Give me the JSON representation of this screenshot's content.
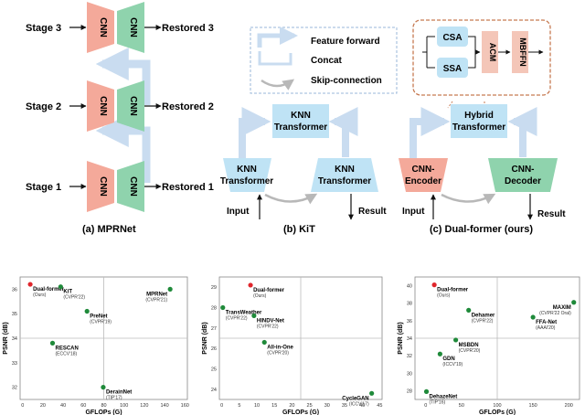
{
  "colors": {
    "salmon": "#f4a99a",
    "mint": "#8fd3ad",
    "skyblue": "#bfe3f5",
    "arrowblue": "#c9dcf0",
    "dashborder": "#c67a52",
    "point_green": "#1f8a3a",
    "point_red": "#e0262c"
  },
  "mprnet": {
    "stages": [
      "Stage 3",
      "Stage 2",
      "Stage 1"
    ],
    "restored": [
      "Restored 3",
      "Restored 2",
      "Restored 1"
    ],
    "cnn": "CNN",
    "caption": "(a) MPRNet"
  },
  "legend": {
    "feature_forward": "Feature forward",
    "concat": "Concat",
    "skip_connection": "Skip-connection"
  },
  "kit": {
    "top": "KNN Transformer",
    "left": "KNN Transformer",
    "right": "KNN Transformer",
    "input": "Input",
    "result": "Result",
    "caption": "(b) KiT"
  },
  "dualformer": {
    "csa": "CSA",
    "ssa": "SSA",
    "acm": "ACM",
    "mbffn": "MBFFN",
    "hybrid": "Hybrid Transformer",
    "encoder": "CNN- Encoder",
    "decoder": "CNN- Decoder",
    "input": "Input",
    "result": "Result",
    "caption": "(c) Dual-former (ours)"
  },
  "chart_data": [
    {
      "type": "scatter",
      "xlabel": "GFLOPs (G)",
      "ylabel": "PSNR (dB)",
      "xticks": [
        "0",
        "20",
        "40",
        "60",
        "80",
        "100",
        "120",
        "140",
        "160"
      ],
      "yticks": [
        "32",
        "33",
        "34",
        "35",
        "36"
      ],
      "xlim": [
        0,
        165
      ],
      "ylim": [
        31.5,
        36.5
      ],
      "points": [
        {
          "label": "Dual-former",
          "sub": "(Ours)",
          "x": 10,
          "y": 36.2,
          "color": "red"
        },
        {
          "label": "KiT",
          "sub": "(CVPR'22)",
          "x": 40,
          "y": 36.1,
          "color": "green"
        },
        {
          "label": "MPRNet",
          "sub": "(CVPR'21)",
          "x": 148,
          "y": 36.0,
          "color": "green"
        },
        {
          "label": "PreNet",
          "sub": "(CVPR'19)",
          "x": 66,
          "y": 35.1,
          "color": "green"
        },
        {
          "label": "RESCAN",
          "sub": "(ECCV'18)",
          "x": 32,
          "y": 33.8,
          "color": "green"
        },
        {
          "label": "DerainNet",
          "sub": "(TIP'17)",
          "x": 82,
          "y": 32.0,
          "color": "green"
        }
      ]
    },
    {
      "type": "scatter",
      "xlabel": "GFLOPs (G)",
      "ylabel": "PSNR (dB)",
      "xticks": [
        "0",
        "5",
        "10",
        "15",
        "20",
        "25",
        "30",
        "35",
        "40",
        "45"
      ],
      "yticks": [
        "24",
        "25",
        "26",
        "27",
        "28",
        "29"
      ],
      "xlim": [
        0,
        47
      ],
      "ylim": [
        23.5,
        29.5
      ],
      "points": [
        {
          "label": "Dual-former",
          "sub": "(Ours)",
          "x": 9,
          "y": 29.1,
          "color": "red"
        },
        {
          "label": "TransWeather",
          "sub": "(CVPR'22)",
          "x": 1,
          "y": 28.0,
          "color": "green"
        },
        {
          "label": "HINDV-Net",
          "sub": "(CVPR'22)",
          "x": 10,
          "y": 27.6,
          "color": "green"
        },
        {
          "label": "All-in-One",
          "sub": "(CVPR'20)",
          "x": 13,
          "y": 26.3,
          "color": "green"
        },
        {
          "label": "CycleGAN",
          "sub": "(ICCV'17)",
          "x": 44,
          "y": 23.8,
          "color": "green"
        }
      ]
    },
    {
      "type": "scatter",
      "xlabel": "GFLOPs (G)",
      "ylabel": "PSNR (dB)",
      "xticks": [
        "0",
        "50",
        "100",
        "150",
        "200"
      ],
      "yticks": [
        "28",
        "30",
        "32",
        "34",
        "36",
        "38",
        "40"
      ],
      "xlim": [
        -15,
        215
      ],
      "ylim": [
        27,
        41
      ],
      "points": [
        {
          "label": "Dual-former",
          "sub": "(Ours)",
          "x": 12,
          "y": 40.1,
          "color": "red"
        },
        {
          "label": "Dehamer",
          "sub": "(CVPR'22)",
          "x": 60,
          "y": 37.2,
          "color": "green"
        },
        {
          "label": "MAXIM",
          "sub": "(CVPR'22 Oral)",
          "x": 207,
          "y": 38.1,
          "color": "green"
        },
        {
          "label": "FFA-Net",
          "sub": "(AAAI'20)",
          "x": 150,
          "y": 36.4,
          "color": "green"
        },
        {
          "label": "MSBDN",
          "sub": "(CVPR'20)",
          "x": 42,
          "y": 33.8,
          "color": "green"
        },
        {
          "label": "GDN",
          "sub": "(ICCV'19)",
          "x": 20,
          "y": 32.2,
          "color": "green"
        },
        {
          "label": "DehazeNet",
          "sub": "(TIP'16)",
          "x": 1,
          "y": 27.9,
          "color": "green"
        }
      ]
    }
  ]
}
